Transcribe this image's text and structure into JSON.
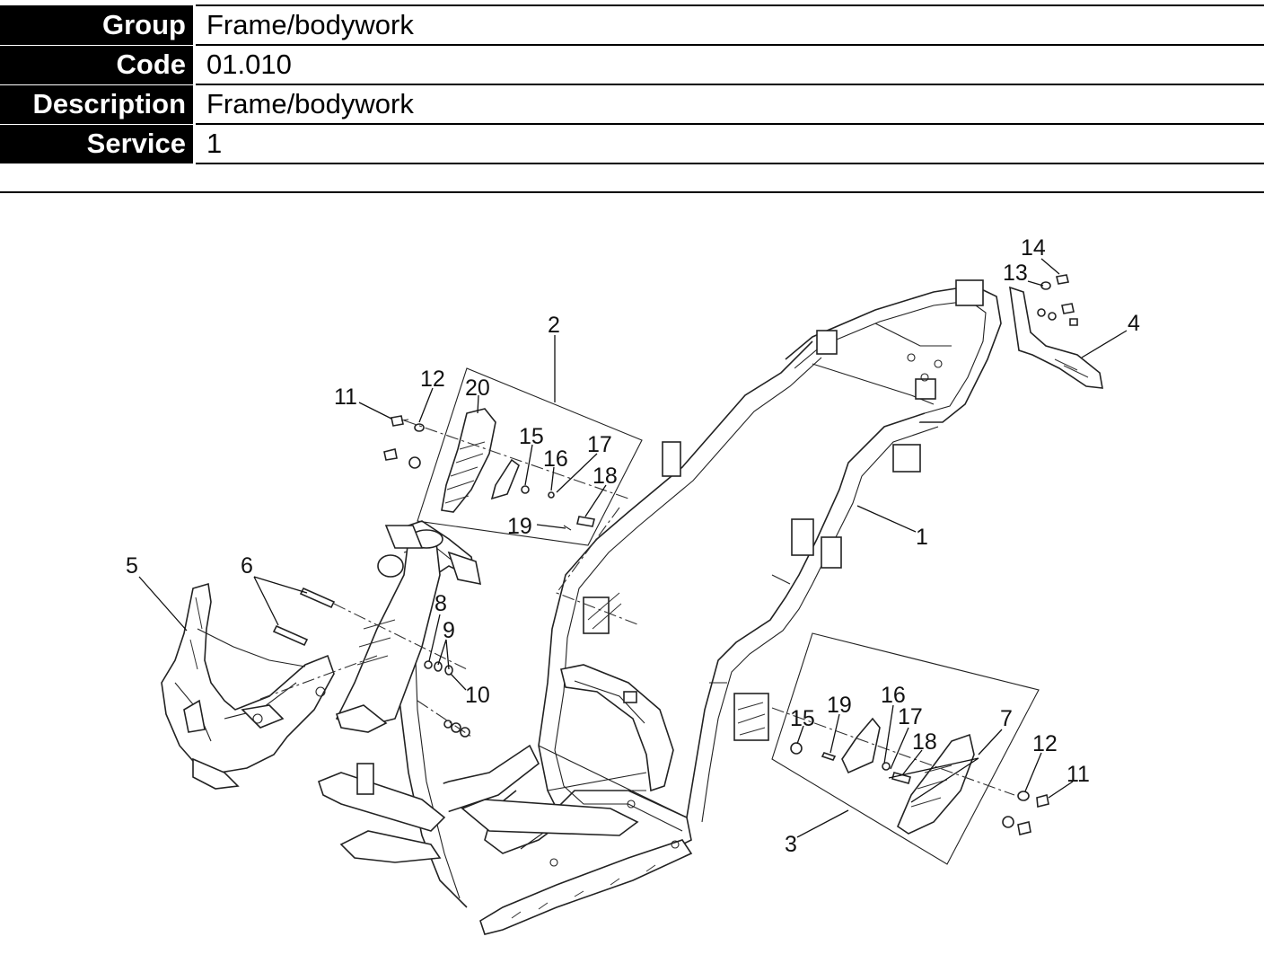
{
  "info": {
    "group_label": "Group",
    "group_value": "Frame/bodywork",
    "code_label": "Code",
    "code_value": "01.010",
    "description_label": "Description",
    "description_value": "Frame/bodywork",
    "service_label": "Service",
    "service_value": "1"
  },
  "callouts": {
    "c1": "1",
    "c2": "2",
    "c3": "3",
    "c4": "4",
    "c5": "5",
    "c6": "6",
    "c7": "7",
    "c8": "8",
    "c9": "9",
    "c10": "10",
    "c11a": "11",
    "c11b": "11",
    "c12a": "12",
    "c12b": "12",
    "c13": "13",
    "c14": "14",
    "c15a": "15",
    "c15b": "15",
    "c16a": "16",
    "c16b": "16",
    "c17a": "17",
    "c17b": "17",
    "c18a": "18",
    "c18b": "18",
    "c19a": "19",
    "c19b": "19",
    "c20": "20"
  }
}
